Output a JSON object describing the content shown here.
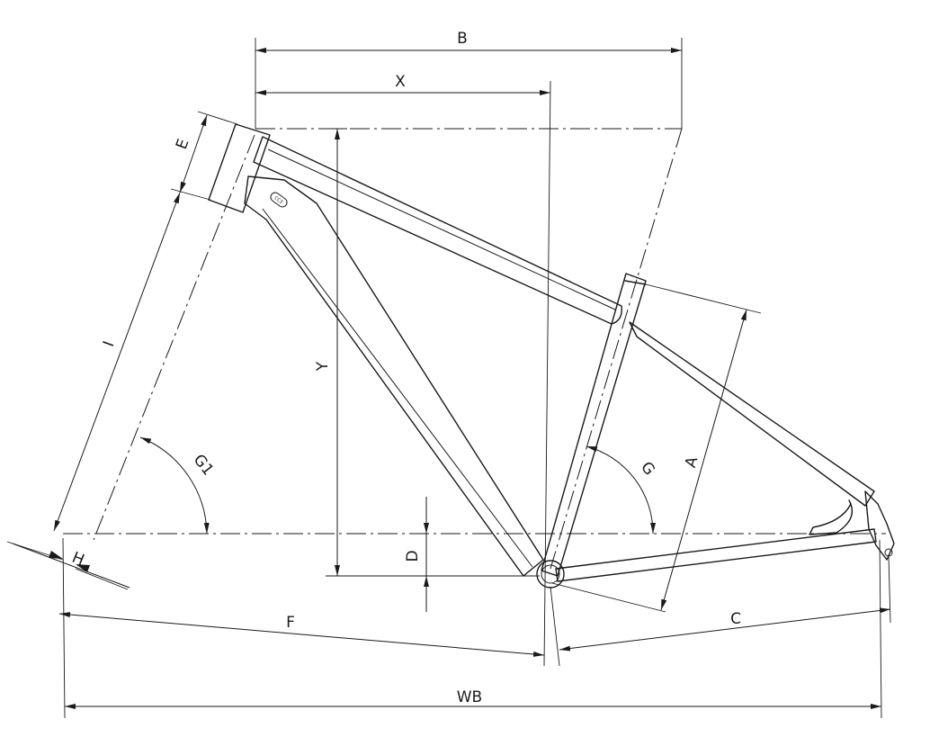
{
  "diagram": {
    "labels": {
      "B": "B",
      "X": "X",
      "E": "E",
      "I": "I",
      "Y": "Y",
      "A": "A",
      "G1": "G1",
      "G": "G",
      "D": "D",
      "H": "H",
      "F": "F",
      "C": "C",
      "WB": "WB"
    },
    "badge_text": "CC3"
  }
}
